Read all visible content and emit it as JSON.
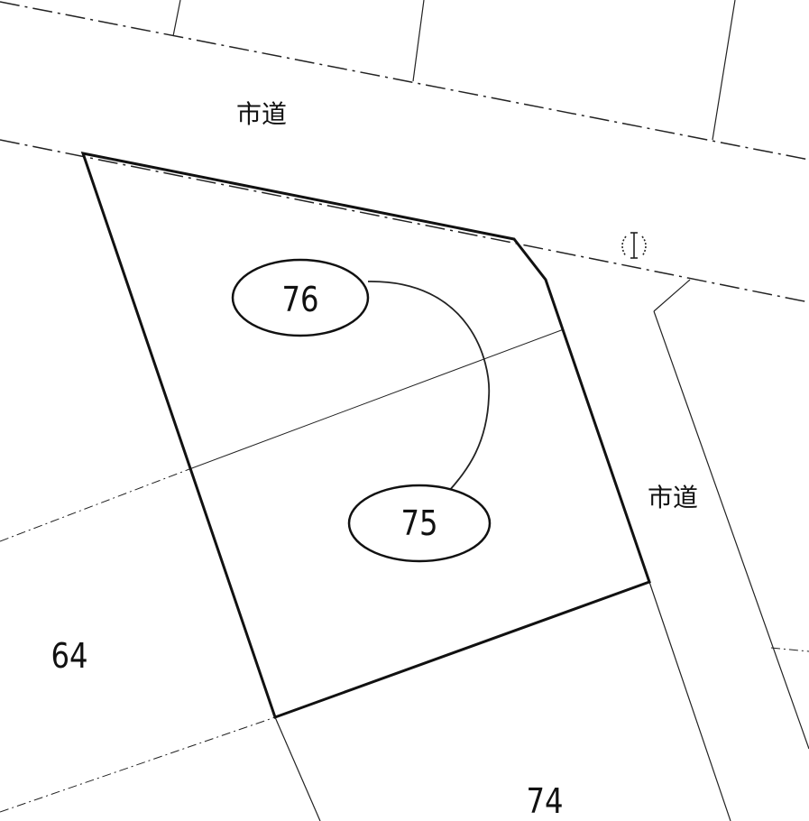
{
  "roads": [
    {
      "label": "市道"
    },
    {
      "label": "市道"
    }
  ],
  "parcels": {
    "main_upper": "76",
    "main_lower": "75",
    "left": "64",
    "bottom": "74"
  },
  "marker": {
    "icon": "boundary-marker-icon"
  },
  "colors": {
    "line": "#111111",
    "background": "#ffffff"
  }
}
